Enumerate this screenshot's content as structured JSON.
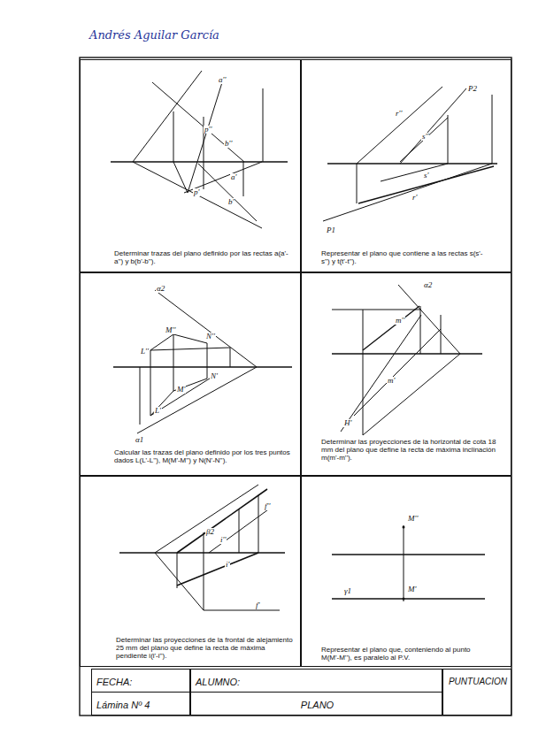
{
  "diagram": {
    "nodes": [
      {
        "text": [
          "Determinar trazas del plano definido por las rectas a(a'-a'') y b(b'-b'')."
        ]
      },
      {
        "text": [
          "Representar el plano que contiene a las rectas s(s'-s'') y t(t'-t'')."
        ]
      },
      {
        "text": [
          "Calcular las trazas del plano definido por los tres puntos dados L(L'-L''), M(M'-M'') y N(N'-N'')."
        ]
      },
      {
        "text": [
          "Determinar las proyecciones de la horizontal de cota 18 mm del plano que define la recta de máxima inclinación m(m'-m'')."
        ]
      },
      {
        "text": [
          "Determinar las proyecciones de la frontal de alejamiento 25 mm del plano que define la recta de máxima pendiente i(i'-i'')."
        ]
      },
      {
        "text": [
          "Representar el plano que, conteniendo al punto M(M'-M''), es paralelo al P.V."
        ]
      },
      {
        "text": [
          "FECHA:"
        ]
      },
      {
        "text": [
          "ALUMNO:"
        ]
      },
      {
        "text": [
          "PUNTUACION"
        ]
      },
      {
        "text": [
          "Lámina Nº 4"
        ]
      },
      {
        "text": [
          "PLANO"
        ]
      }
    ],
    "labels": [
      "Andrés Aguilar García",
      "a''",
      "p''",
      "b''",
      "a'",
      "p'",
      "b'",
      "r''",
      "P2",
      "s''",
      "s'",
      "r'",
      "P1",
      "α2",
      "L''",
      "M''",
      "N''",
      "M'",
      "N'",
      "L'",
      "α1",
      "α2",
      "m''",
      "m'",
      "H'",
      "β2",
      "f''",
      "i''",
      "i'",
      "f'",
      "M''",
      "M'",
      "γ1"
    ]
  }
}
